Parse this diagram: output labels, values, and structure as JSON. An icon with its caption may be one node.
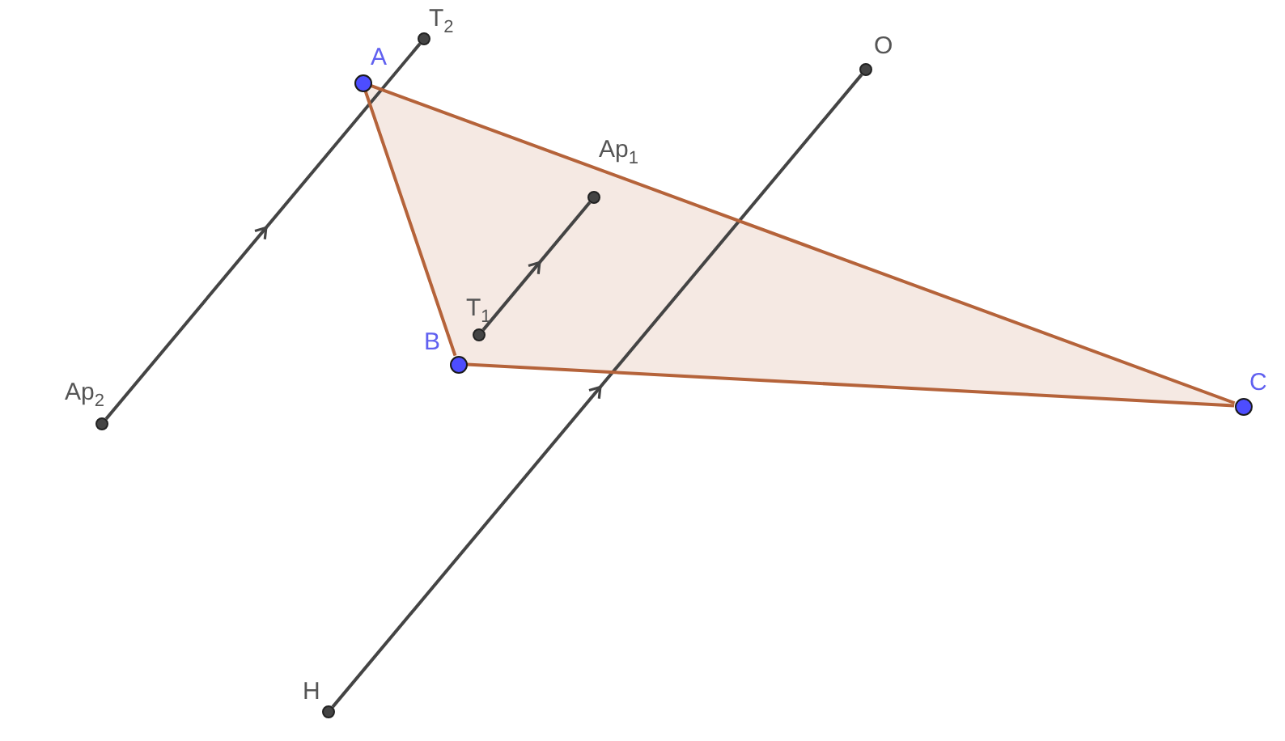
{
  "diagram": {
    "nodes": [
      {
        "text": [
          "T$_{2}$"
        ]
      },
      {
        "text": [
          "A"
        ]
      },
      {
        "text": [
          "O"
        ]
      },
      {
        "text": [
          "Ap$_{1}$"
        ]
      },
      {
        "text": [
          "T$_{1}$"
        ]
      },
      {
        "text": [
          "B"
        ]
      },
      {
        "text": [
          "C"
        ]
      },
      {
        "text": [
          "Ap$_{2}$"
        ]
      },
      {
        "text": [
          "H"
        ]
      }
    ],
    "edges": [
      {
        "from": 7,
        "to": 0,
        "arrow": "to"
      },
      {
        "from": 4,
        "to": 3,
        "arrow": "to"
      },
      {
        "from": 8,
        "to": 2,
        "arrow": "to"
      },
      {
        "from": 1,
        "to": 5,
        "arrow": "none",
        "color": "#b5633a"
      },
      {
        "from": 5,
        "to": 6,
        "arrow": "none",
        "color": "#b5633a"
      },
      {
        "from": 6,
        "to": 1,
        "arrow": "none",
        "color": "#b5633a"
      }
    ]
  }
}
